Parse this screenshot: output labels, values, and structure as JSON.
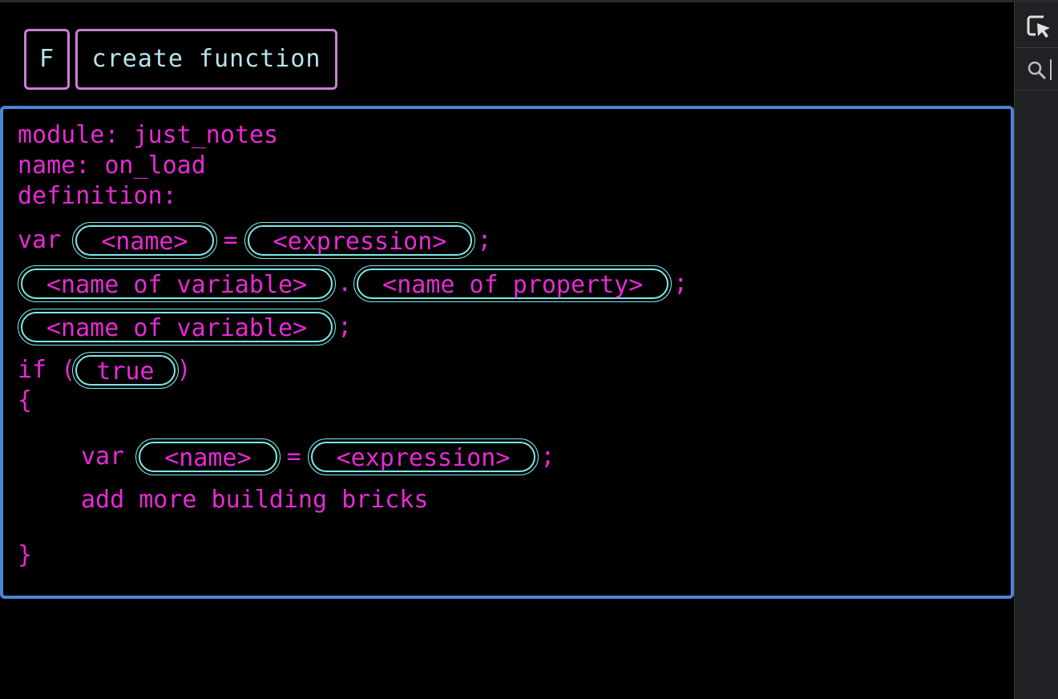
{
  "toolbar": {
    "f_label": "F",
    "create_label": "create function"
  },
  "editor": {
    "module_line": "module: just_notes",
    "name_line": "name: on_load",
    "definition_line": "definition:",
    "stmt1": {
      "kw": "var",
      "name_pill": "<name>",
      "eq": "=",
      "expr_pill": "<expression>",
      "end": ";"
    },
    "stmt2": {
      "var_pill": "<name of variable>",
      "dot": ".",
      "prop_pill": "<name of property>",
      "end": ";"
    },
    "stmt3": {
      "var_pill": "<name of variable>",
      "end": ";"
    },
    "if_stmt": {
      "kw": "if (",
      "cond_pill": "true",
      "close": ")"
    },
    "open_brace": "{",
    "inner_stmt": {
      "kw": "var",
      "name_pill": "<name>",
      "eq": "=",
      "expr_pill": "<expression>",
      "end": ";"
    },
    "add_more": "add more building bricks",
    "close_brace": "}"
  },
  "colors": {
    "code": "#e62bd3",
    "pill_border": "#7ee8ea",
    "editor_border": "#4a86d4",
    "toolbar_border": "#c97fd1",
    "toolbar_text": "#b8e2ee"
  },
  "devtools": {
    "inspect_icon": "inspect-element-icon",
    "search_icon": "search-icon"
  }
}
